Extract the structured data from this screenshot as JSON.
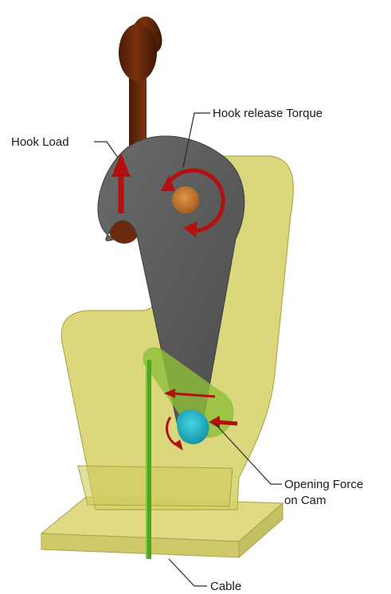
{
  "labels": {
    "hook_release_torque": "Hook release Torque",
    "hook_load": "Hook Load",
    "opening_force_line1": "Opening Force",
    "opening_force_line2": "on Cam",
    "cable": "Cable"
  },
  "parts": {
    "hook_link": "brown hook link",
    "release_hook": "grey release hook",
    "pivot_pin": "orange pivot pin",
    "frame": "yellow frame plate",
    "base": "yellow base plate",
    "cam": "cyan cam",
    "cam_lever": "green cam lever",
    "cable": "green cable"
  },
  "colors": {
    "hook_link": "#6b2a0c",
    "release_hook": "#5a5a5a",
    "pivot_pin": "#c87a2e",
    "frame": "#d8d46a",
    "cam": "#1fb3c9",
    "cam_lever": "#8fbf3a",
    "cable": "#4aa820",
    "arrow": "#b31010",
    "text": "#1a1a1a"
  }
}
